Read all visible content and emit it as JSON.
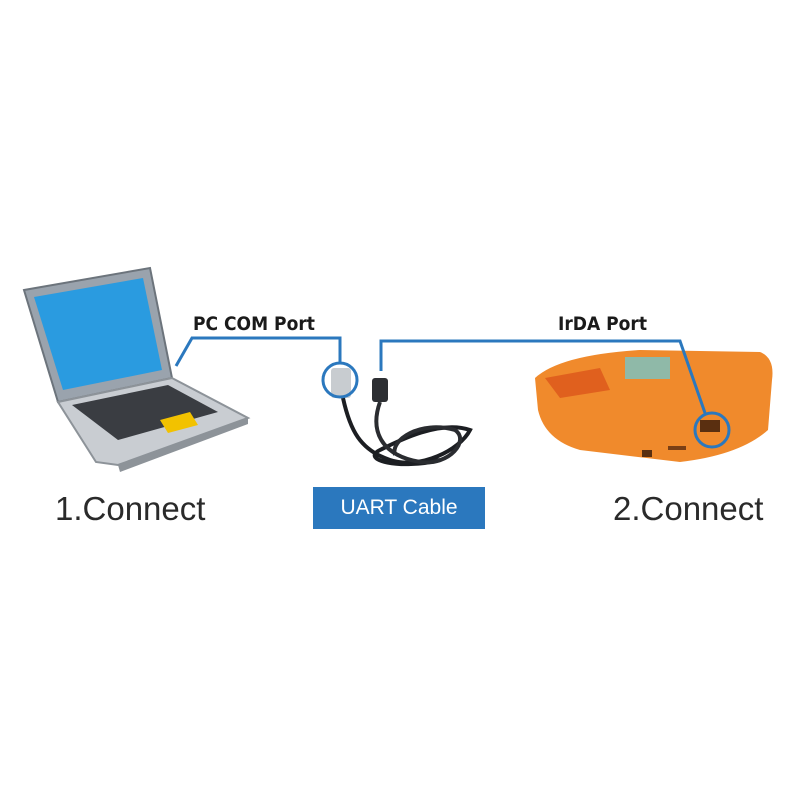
{
  "labels": {
    "pc_port": "PC COM Port",
    "irda_port": "IrDA Port",
    "cable": "UART Cable",
    "step1": "1.Connect",
    "step2": "2.Connect"
  },
  "colors": {
    "accent": "#2b78be",
    "device": "#f08a2c"
  },
  "icons": [
    "laptop-icon",
    "uart-cable-icon",
    "orange-device-icon"
  ]
}
